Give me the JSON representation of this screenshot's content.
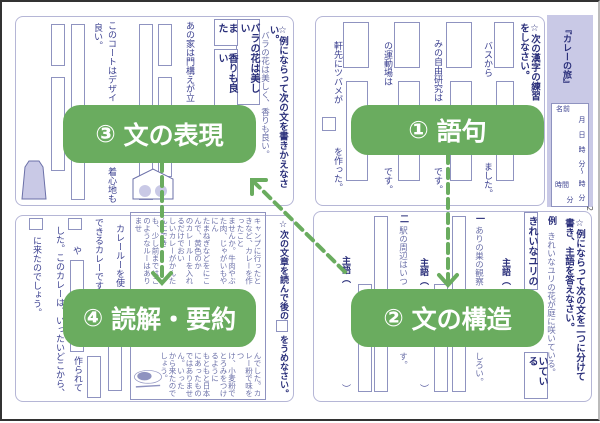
{
  "colors": {
    "accent_green": "#6aac5f",
    "ink": "#2a2f7a",
    "border": "#b5b6d6",
    "sidebar": "#c9c9e6"
  },
  "sidebar": {
    "title": "『カレーの旅』",
    "name_label": "名前",
    "month": "月",
    "day": "日",
    "hour1": "時",
    "minute1": "分～",
    "hour2": "時",
    "minute2": "分",
    "time_label": "時間",
    "minutes": "分"
  },
  "panel1": {
    "instruction": "☆次の漢字の練習をしなさい。",
    "sentences": [
      "バスから",
      "みの自由研究は",
      "の運動場は",
      "軒先にツバメが"
    ],
    "endings": [
      "ました。",
      "です。",
      "です。",
      "を作った。"
    ]
  },
  "panel2": {
    "number": "2",
    "instruction": "☆例にならって次の文を二つに分けて書き、主語を答えなさい。",
    "example_label": "例",
    "example": "きれいなユリの花が庭に咲いている。",
    "answer_top": "きれいなユリの",
    "answer_bottom": "いている",
    "q1_label": "一",
    "q1": "ありの巣の観察",
    "q1_end": "しろい。",
    "q2_label": "二",
    "q2": "駅の周辺はいつ",
    "q2_end": "す。",
    "subject_label": "主語（",
    "subject_close": "）"
  },
  "panel3": {
    "instruction": "☆例にならって次の文を書きかえなさい。",
    "example": "バラの花は美しく、香りも良い。",
    "answer1": "バラの花は美しい",
    "answer2": "また",
    "answer3": "香りも良い",
    "q1": "あの家は門構えが立",
    "q2": "このコートはデザイ",
    "q2_tail": "良い。",
    "q2_end": "着心地も"
  },
  "panel4": {
    "instruction": "☆次の文章を読んで後の",
    "instruction_end": "をうめなさい。",
    "passage": [
      "キャンプに行ったときなど、カレーを作ったこと",
      "ませんか。牛肉やぶた肉、じゃがいもやにん",
      "たまねぎなどをにこんで、黄色のか",
      "のカレールーを入れるだけでおい",
      "しいカレーがかんたんにでき",
      "も、少し前まではこのようなルーはありませ",
      "んでした。カレー粉で味をつ",
      "け、小麦粉でとろみをつけるように",
      "もともと日本にあったものではありません。いった",
      "から来たのでしょう。"
    ],
    "q_a": "カレールーを使",
    "q_b": "できるカレーです",
    "q_c": "作られて",
    "q_d": "した。このカレーは、いったいどこから、",
    "q_e": "や",
    "q_f": "に来たのでしょう。"
  },
  "labels": [
    {
      "num": "①",
      "text": "語句"
    },
    {
      "num": "②",
      "text": "文の構造"
    },
    {
      "num": "③",
      "text": "文の表現"
    },
    {
      "num": "④",
      "text": "読解・要約"
    }
  ]
}
